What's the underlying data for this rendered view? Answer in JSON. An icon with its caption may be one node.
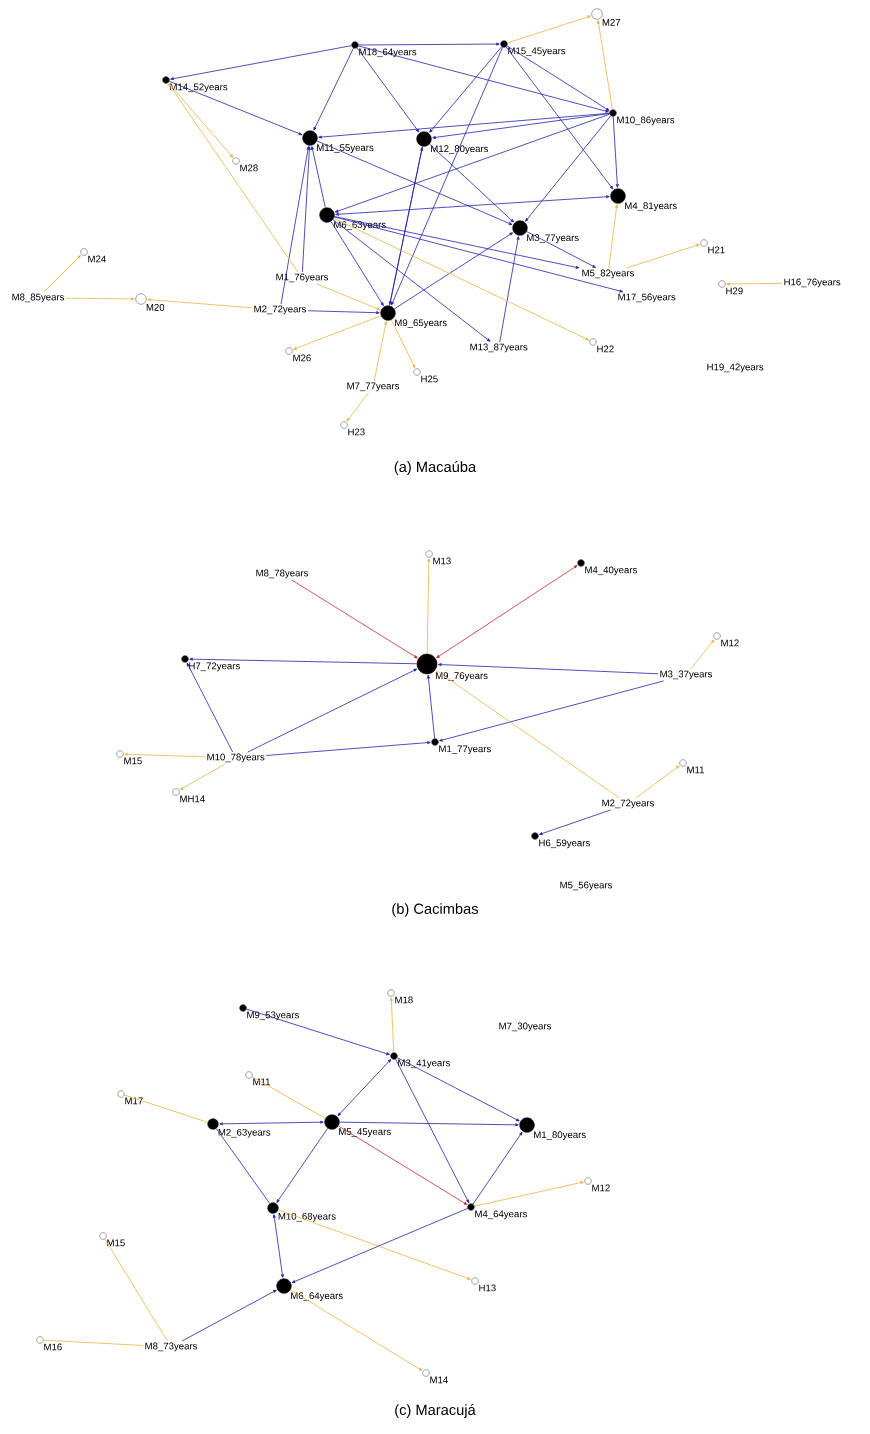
{
  "diagram": {
    "nodes": [
      {
        "text": [
          "M18_64years"
        ]
      },
      {
        "text": [
          "M15_45years"
        ]
      },
      {
        "text": [
          "M27"
        ]
      },
      {
        "text": [
          "M14_52years"
        ]
      },
      {
        "text": [
          "M10_86years"
        ]
      },
      {
        "text": [
          "M11_55years"
        ]
      },
      {
        "text": [
          "M12_80years"
        ]
      },
      {
        "text": [
          "M28"
        ]
      },
      {
        "text": [
          "M4_81years"
        ]
      },
      {
        "text": [
          "M6_63years"
        ]
      },
      {
        "text": [
          "M3_77years"
        ]
      },
      {
        "text": [
          "H21"
        ]
      },
      {
        "text": [
          "M24"
        ]
      },
      {
        "text": [
          "M1_76years"
        ]
      },
      {
        "text": [
          "M5_82years"
        ]
      },
      {
        "text": [
          "M17_56years"
        ]
      },
      {
        "text": [
          "H29"
        ]
      },
      {
        "text": [
          "H16_76years"
        ]
      },
      {
        "text": [
          "M8_85years"
        ]
      },
      {
        "text": [
          "M20"
        ]
      },
      {
        "text": [
          "M2_72years"
        ]
      },
      {
        "text": [
          "M9_65years"
        ]
      },
      {
        "text": [
          "M26"
        ]
      },
      {
        "text": [
          "M13_87years"
        ]
      },
      {
        "text": [
          "H22"
        ]
      },
      {
        "text": [
          "H19_42years"
        ]
      },
      {
        "text": [
          "M7_77years"
        ]
      },
      {
        "text": [
          "H25"
        ]
      },
      {
        "text": [
          "H23"
        ]
      },
      {
        "text": [
          "M8_78years"
        ]
      },
      {
        "text": [
          "M13"
        ]
      },
      {
        "text": [
          "M4_40years"
        ]
      },
      {
        "text": [
          "M12"
        ]
      },
      {
        "text": [
          "H7_72years"
        ]
      },
      {
        "text": [
          "M9_76years"
        ]
      },
      {
        "text": [
          "M3_37years"
        ]
      },
      {
        "text": [
          "M1_77years"
        ]
      },
      {
        "text": [
          "M11"
        ]
      },
      {
        "text": [
          "M15"
        ]
      },
      {
        "text": [
          "M10_78years"
        ]
      },
      {
        "text": [
          "M2_72years"
        ]
      },
      {
        "text": [
          "MH14"
        ]
      },
      {
        "text": [
          "H6_59years"
        ]
      },
      {
        "text": [
          "M5_56years"
        ]
      },
      {
        "text": [
          "M18"
        ]
      },
      {
        "text": [
          "M9_53years"
        ]
      },
      {
        "text": [
          "M7_30years"
        ]
      },
      {
        "text": [
          "M3_41years"
        ]
      },
      {
        "text": [
          "M11"
        ]
      },
      {
        "text": [
          "M17"
        ]
      },
      {
        "text": [
          "M2_63years"
        ]
      },
      {
        "text": [
          "M5_45years"
        ]
      },
      {
        "text": [
          "M1_80years"
        ]
      },
      {
        "text": [
          "M12"
        ]
      },
      {
        "text": [
          "M4_64years"
        ]
      },
      {
        "text": [
          "M10_68years"
        ]
      },
      {
        "text": [
          "M15"
        ]
      },
      {
        "text": [
          "H13"
        ]
      },
      {
        "text": [
          "M6_64years"
        ]
      },
      {
        "text": [
          "M16"
        ]
      },
      {
        "text": [
          "M8_73years"
        ]
      },
      {
        "text": [
          "M14"
        ]
      }
    ],
    "edges": [
      {
        "from": 0,
        "to": 3,
        "arrow": "to"
      },
      {
        "from": 0,
        "to": 1,
        "arrow": "to"
      },
      {
        "from": 0,
        "to": 5,
        "arrow": "to"
      },
      {
        "from": 0,
        "to": 6,
        "arrow": "to"
      },
      {
        "from": 0,
        "to": 4,
        "arrow": "to"
      },
      {
        "from": 1,
        "to": 6,
        "arrow": "to"
      },
      {
        "from": 1,
        "to": 21,
        "arrow": "to"
      },
      {
        "from": 1,
        "to": 4,
        "arrow": "to"
      },
      {
        "from": 1,
        "to": 8,
        "arrow": "to"
      },
      {
        "from": 4,
        "to": 5,
        "arrow": "to"
      },
      {
        "from": 4,
        "to": 6,
        "arrow": "to"
      },
      {
        "from": 4,
        "to": 9,
        "arrow": "to"
      },
      {
        "from": 4,
        "to": 8,
        "arrow": "to"
      },
      {
        "from": 4,
        "to": 10,
        "arrow": "to"
      },
      {
        "from": 5,
        "to": 10,
        "arrow": "to"
      },
      {
        "from": 6,
        "to": 10,
        "arrow": "to"
      },
      {
        "from": 9,
        "to": 5,
        "arrow": "to"
      },
      {
        "from": 9,
        "to": 21,
        "arrow": "to"
      },
      {
        "from": 9,
        "to": 23,
        "arrow": "to"
      },
      {
        "from": 9,
        "to": 14,
        "arrow": "to"
      },
      {
        "from": 9,
        "to": 15,
        "arrow": "to"
      },
      {
        "from": 9,
        "to": 8,
        "arrow": "both"
      },
      {
        "from": 21,
        "to": 6,
        "arrow": "to"
      },
      {
        "from": 21,
        "to": 10,
        "arrow": "to"
      },
      {
        "from": 23,
        "to": 10,
        "arrow": "to"
      },
      {
        "from": 10,
        "to": 14,
        "arrow": "to"
      },
      {
        "from": 20,
        "to": 5,
        "arrow": "to"
      },
      {
        "from": 13,
        "to": 5,
        "arrow": "to"
      },
      {
        "from": 20,
        "to": 21,
        "arrow": "to"
      },
      {
        "from": 3,
        "to": 5,
        "arrow": "to"
      },
      {
        "from": 6,
        "to": 21,
        "arrow": "to"
      },
      {
        "from": 1,
        "to": 2,
        "arrow": "to",
        "color": "#e8b448"
      },
      {
        "from": 4,
        "to": 2,
        "arrow": "to",
        "color": "#e8b448"
      },
      {
        "from": 3,
        "to": 7,
        "arrow": "to",
        "color": "#e8b448"
      },
      {
        "from": 13,
        "to": 3,
        "arrow": "to",
        "color": "#e8b448"
      },
      {
        "from": 13,
        "to": 21,
        "arrow": "to",
        "color": "#e8b448"
      },
      {
        "from": 20,
        "to": 19,
        "arrow": "to",
        "color": "#e8b448"
      },
      {
        "from": 18,
        "to": 12,
        "arrow": "to",
        "color": "#e8b448"
      },
      {
        "from": 18,
        "to": 19,
        "arrow": "to",
        "color": "#e8b448"
      },
      {
        "from": 21,
        "to": 22,
        "arrow": "to",
        "color": "#e8b448"
      },
      {
        "from": 21,
        "to": 27,
        "arrow": "to",
        "color": "#e8b448"
      },
      {
        "from": 26,
        "to": 21,
        "arrow": "to",
        "color": "#e8b448"
      },
      {
        "from": 26,
        "to": 28,
        "arrow": "to",
        "color": "#e8b448"
      },
      {
        "from": 9,
        "to": 24,
        "arrow": "to",
        "color": "#e8b448"
      },
      {
        "from": 14,
        "to": 11,
        "arrow": "to",
        "color": "#e8b448"
      },
      {
        "from": 14,
        "to": 8,
        "arrow": "to",
        "color": "#e8b448"
      },
      {
        "from": 17,
        "to": 16,
        "arrow": "to",
        "color": "#e8b448"
      },
      {
        "from": 29,
        "to": 34,
        "arrow": "to",
        "color": "#c82828"
      },
      {
        "from": 34,
        "to": 31,
        "arrow": "both",
        "color": "#c82828"
      },
      {
        "from": 34,
        "to": 30,
        "arrow": "to",
        "color": "#e8b448"
      },
      {
        "from": 34,
        "to": 33,
        "arrow": "to"
      },
      {
        "from": 39,
        "to": 33,
        "arrow": "to"
      },
      {
        "from": 39,
        "to": 34,
        "arrow": "to"
      },
      {
        "from": 39,
        "to": 36,
        "arrow": "to"
      },
      {
        "from": 36,
        "to": 34,
        "arrow": "to"
      },
      {
        "from": 35,
        "to": 34,
        "arrow": "to"
      },
      {
        "from": 35,
        "to": 36,
        "arrow": "to"
      },
      {
        "from": 35,
        "to": 32,
        "arrow": "to",
        "color": "#e8b448"
      },
      {
        "from": 39,
        "to": 38,
        "arrow": "to",
        "color": "#e8b448"
      },
      {
        "from": 39,
        "to": 41,
        "arrow": "to",
        "color": "#e8b448"
      },
      {
        "from": 40,
        "to": 34,
        "arrow": "none",
        "color": "#e8b448"
      },
      {
        "from": 40,
        "to": 37,
        "arrow": "to",
        "color": "#e8b448"
      },
      {
        "from": 40,
        "to": 42,
        "arrow": "to"
      },
      {
        "from": 47,
        "to": 44,
        "arrow": "to",
        "color": "#e8b448"
      },
      {
        "from": 45,
        "to": 47,
        "arrow": "to"
      },
      {
        "from": 47,
        "to": 51,
        "arrow": "both"
      },
      {
        "from": 47,
        "to": 52,
        "arrow": "to"
      },
      {
        "from": 47,
        "to": 54,
        "arrow": "to"
      },
      {
        "from": 48,
        "to": 51,
        "arrow": "none",
        "color": "#e8b448"
      },
      {
        "from": 49,
        "to": 50,
        "arrow": "none",
        "color": "#e8b448"
      },
      {
        "from": 50,
        "to": 51,
        "arrow": "both"
      },
      {
        "from": 51,
        "to": 52,
        "arrow": "to"
      },
      {
        "from": 51,
        "to": 54,
        "arrow": "to",
        "color": "#c82828"
      },
      {
        "from": 50,
        "to": 55,
        "arrow": "none"
      },
      {
        "from": 51,
        "to": 55,
        "arrow": "to"
      },
      {
        "from": 55,
        "to": 58,
        "arrow": "both"
      },
      {
        "from": 54,
        "to": 52,
        "arrow": "to"
      },
      {
        "from": 54,
        "to": 53,
        "arrow": "to",
        "color": "#e8b448"
      },
      {
        "from": 54,
        "to": 58,
        "arrow": "to"
      },
      {
        "from": 55,
        "to": 57,
        "arrow": "to",
        "color": "#e8b448"
      },
      {
        "from": 58,
        "to": 61,
        "arrow": "to",
        "color": "#e8b448"
      },
      {
        "from": 60,
        "to": 58,
        "arrow": "to"
      },
      {
        "from": 60,
        "to": 56,
        "arrow": "none",
        "color": "#e8b448"
      },
      {
        "from": 60,
        "to": 59,
        "arrow": "none",
        "color": "#e8b448"
      }
    ],
    "labels": [
      "(a) Macaúba",
      "(b) Cacimbas",
      "(c) Maracujá"
    ]
  }
}
